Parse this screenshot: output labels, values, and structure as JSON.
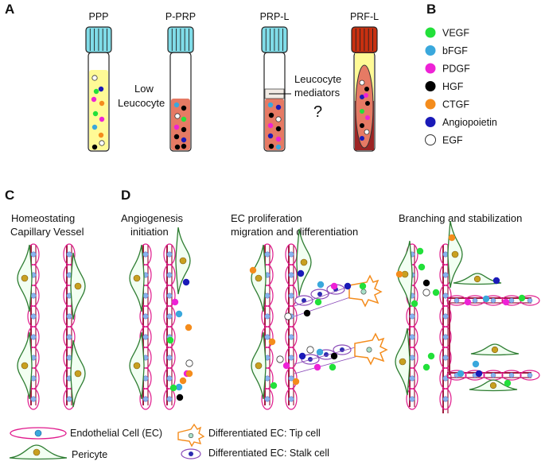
{
  "panels": {
    "a": "A",
    "b": "B",
    "c": "C",
    "d": "D"
  },
  "tubes": {
    "ppp": "PPP",
    "pprp": "P-PRP",
    "prpl": "PRP-L",
    "prfl": "PRF-L"
  },
  "annotations": {
    "low_1": "Low",
    "low_2": "Leucocyte",
    "med_1": "Leucocyte",
    "med_2": "mediators",
    "question": "?"
  },
  "growth_factors": [
    {
      "name": "VEGF",
      "color": "#22e03a"
    },
    {
      "name": "bFGF",
      "color": "#3aa8dc"
    },
    {
      "name": "PDGF",
      "color": "#ee22d6"
    },
    {
      "name": "HGF",
      "color": "#000000"
    },
    {
      "name": "CTGF",
      "color": "#f48c1c"
    },
    {
      "name": "Angiopoietin",
      "color": "#1a1ab8"
    },
    {
      "name": "EGF",
      "color": "#ffffff"
    }
  ],
  "stages": {
    "s1_a": "Homeostating",
    "s1_b": "Capillary Vessel",
    "s2_a": "Angiogenesis",
    "s2_b": "initiation",
    "s3_a": "EC proliferation",
    "s3_b": "migration and differentiation",
    "s4": "Branching and stabilization"
  },
  "cell_legend": {
    "ec": "Endothelial Cell (EC)",
    "pericyte": "Pericyte",
    "tip": "Differentiated EC: Tip cell",
    "stalk": "Differentiated EC: Stalk cell"
  },
  "colors": {
    "cap": "#80dce8",
    "prf_cap": "#c83010",
    "plasma": "#fffa96",
    "rbc": "#e67a64",
    "vessel": "#a01c40",
    "ec_outline": "#e0198c",
    "nucleus": "#8ab4f0",
    "pericyte_outline": "#2e7d32",
    "pericyte_fill": "#f2fff2",
    "pericyte_nucleus": "#c8a020",
    "tip": "#f48c1c"
  }
}
